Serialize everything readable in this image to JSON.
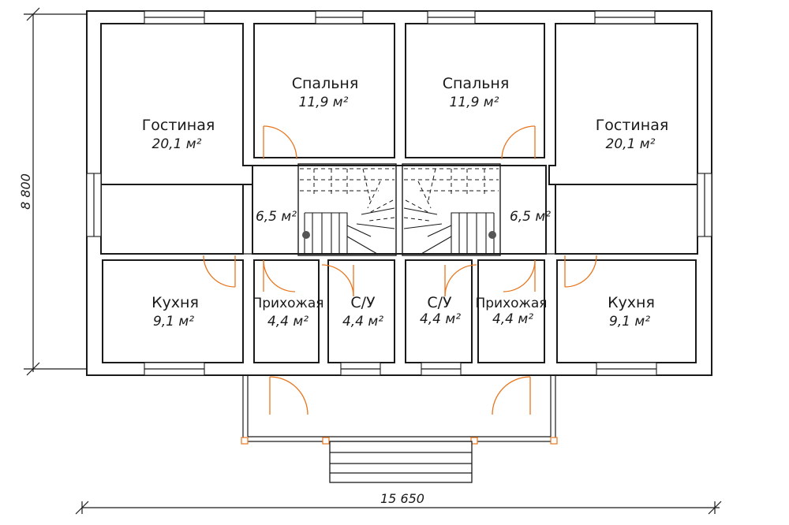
{
  "plan": {
    "dimensions": {
      "width": "15 650",
      "height": "8 800"
    },
    "rooms": [
      {
        "id": "living-left",
        "name": "Гостиная",
        "area": "20,1 м²"
      },
      {
        "id": "bedroom-left",
        "name": "Спальня",
        "area": "11,9 м²"
      },
      {
        "id": "bedroom-right",
        "name": "Спальня",
        "area": "11,9 м²"
      },
      {
        "id": "living-right",
        "name": "Гостиная",
        "area": "20,1 м²"
      },
      {
        "id": "hall-left",
        "name": "",
        "area": "6,5 м²"
      },
      {
        "id": "hall-right",
        "name": "",
        "area": "6,5 м²"
      },
      {
        "id": "kitchen-left",
        "name": "Кухня",
        "area": "9,1 м²"
      },
      {
        "id": "entry-left",
        "name": "Прихожая",
        "area": "4,4 м²"
      },
      {
        "id": "bath-left",
        "name": "С/У",
        "area": "4,4 м²"
      },
      {
        "id": "bath-right",
        "name": "С/У",
        "area": "4,4 м²"
      },
      {
        "id": "entry-right",
        "name": "Прихожая",
        "area": "4,4 м²"
      },
      {
        "id": "kitchen-right",
        "name": "Кухня",
        "area": "9,1 м²"
      }
    ]
  },
  "colors": {
    "wall": "#1a1a1a",
    "door": "#e8761e",
    "background": "#ffffff"
  }
}
